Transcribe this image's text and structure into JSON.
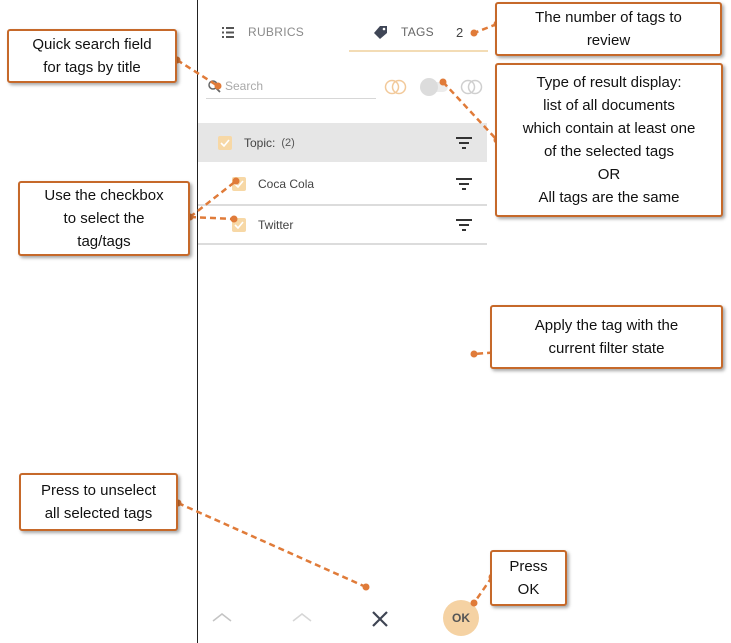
{
  "tabs": {
    "rubrics": {
      "label": "RUBRICS"
    },
    "tags": {
      "label": "TAGS",
      "count": "2"
    }
  },
  "search": {
    "placeholder": "Search",
    "value": ""
  },
  "tag_list": {
    "group": {
      "label": "Topic:",
      "count": "(2)",
      "checked": true
    },
    "items": [
      {
        "label": "Coca Cola",
        "checked": true
      },
      {
        "label": "Twitter",
        "checked": true
      }
    ]
  },
  "footer": {
    "ok_label": "OK"
  },
  "callouts": {
    "search": "Quick search field\nfor tags by title",
    "count": "The number of tags to\nreview",
    "display": "Type of result display:\nlist of all documents\nwhich contain at least one\nof the selected tags\nOR\nAll tags are the same",
    "checkbox": "Use the checkbox\nto select the\ntag/tags",
    "apply": "Apply the tag with the\ncurrent filter state",
    "unselect": "Press to unselect\nall selected tags",
    "ok": "Press\nOK"
  },
  "colors": {
    "accent": "#f5d2a3",
    "checkbox": "#f7d8a6",
    "callout_border": "#c6692a",
    "connector": "#e07b39",
    "group_bg": "#e6e6e6"
  },
  "icons": {
    "rubrics": "list-icon",
    "tags": "tag-icon",
    "search": "search-icon",
    "mode_any": "overlap-circles-icon",
    "mode_all": "circles-outline-icon",
    "filter": "filter-icon",
    "nav_up": "chevron-up-icon",
    "clear": "close-icon"
  }
}
